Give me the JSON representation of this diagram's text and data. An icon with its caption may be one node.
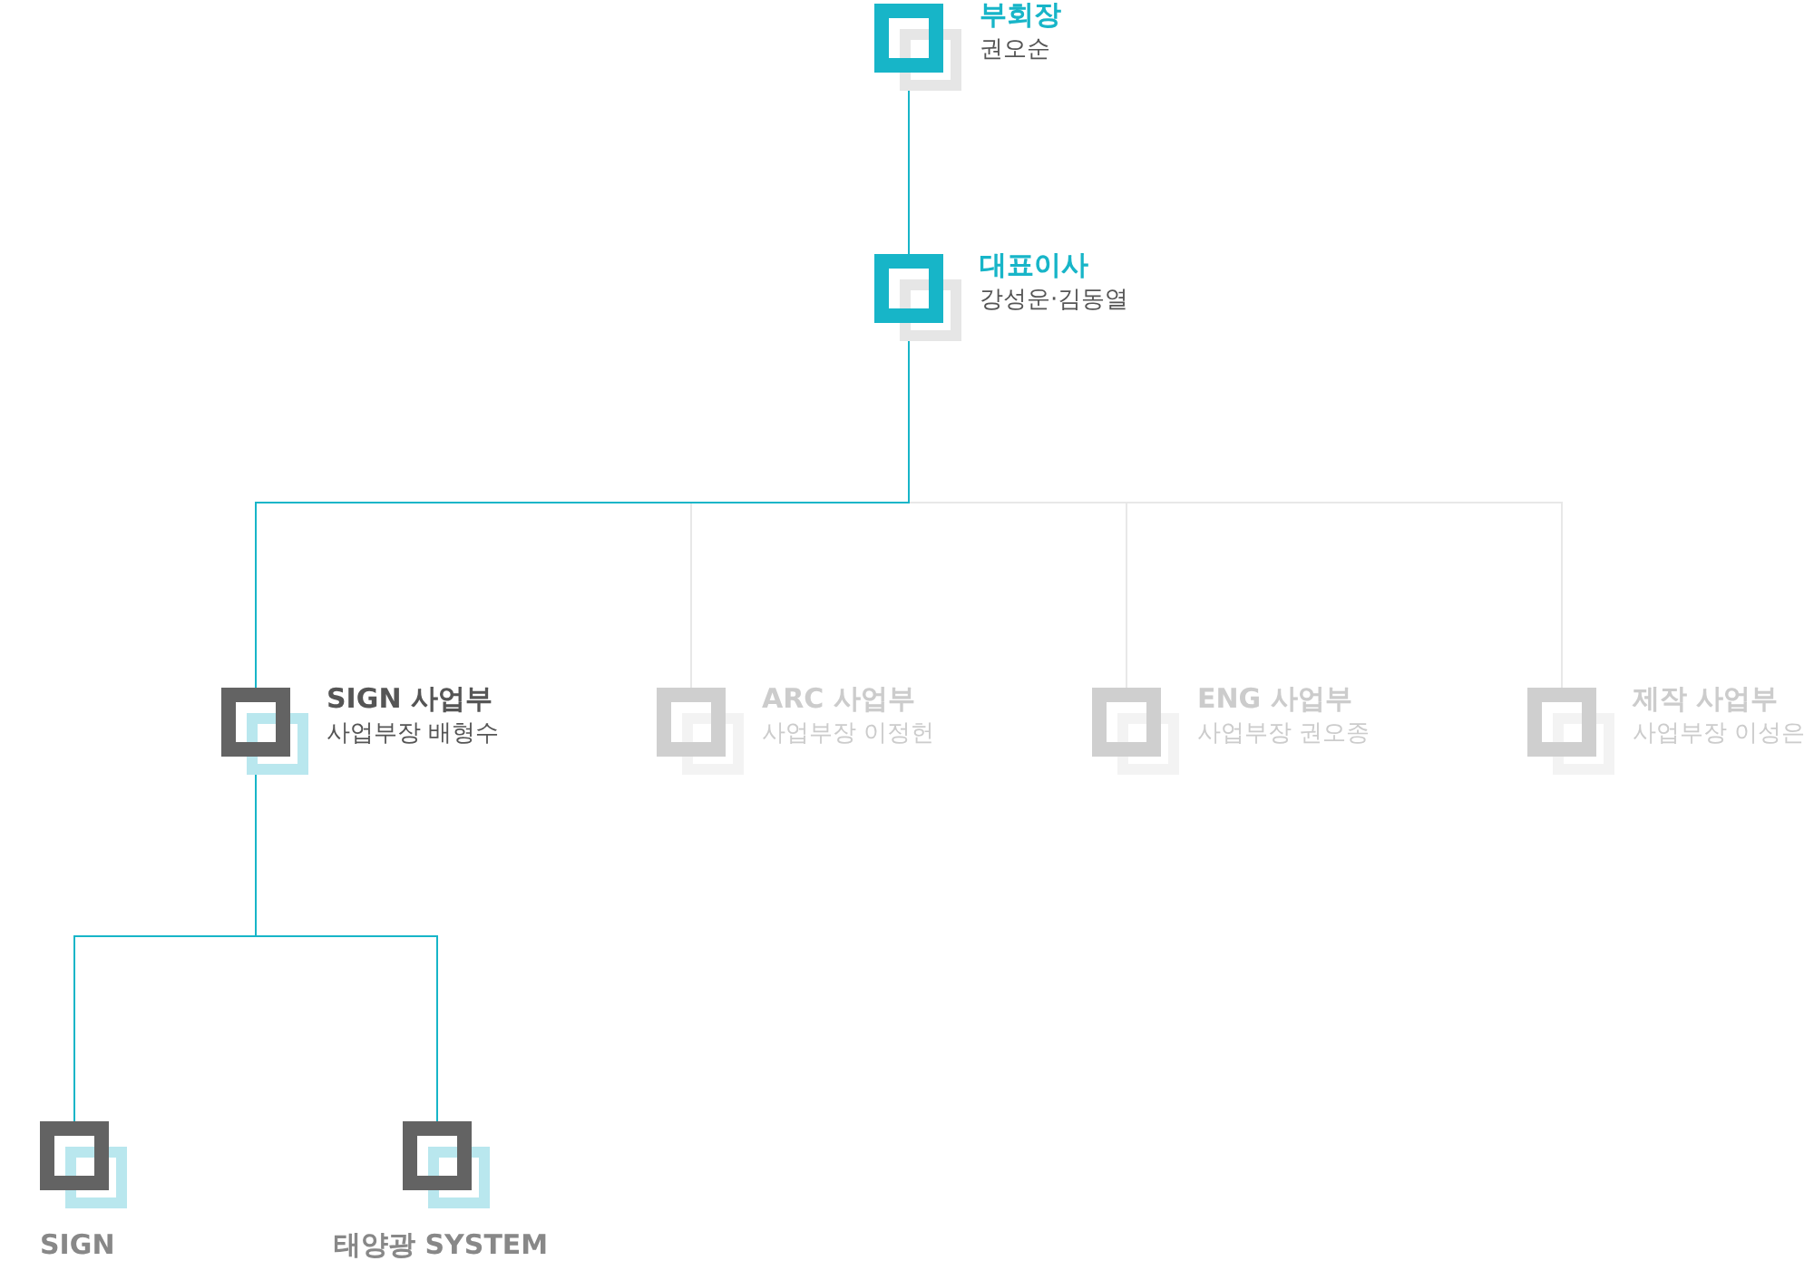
{
  "diagram": {
    "nodes": [
      {
        "text": [
          "부회장",
          "권오순"
        ]
      },
      {
        "text": [
          "대표이사",
          "강성운·김동열"
        ]
      },
      {
        "text": [
          "SIGN 사업부",
          "사업부장 배형수"
        ]
      },
      {
        "text": [
          "ARC 사업부",
          "사업부장 이정헌"
        ]
      },
      {
        "text": [
          "ENG 사업부",
          "사업부장 권오종"
        ]
      },
      {
        "text": [
          "제작 사업부",
          "사업부장 이성은"
        ]
      },
      {
        "text": [
          "SIGN"
        ]
      },
      {
        "text": [
          "태양광 SYSTEM"
        ]
      }
    ],
    "edges": [
      {
        "from": 0,
        "to": 1,
        "arrow": "none"
      },
      {
        "from": 1,
        "to": 2,
        "arrow": "none"
      },
      {
        "from": 1,
        "to": 3,
        "arrow": "none",
        "color": "#e8e8e8"
      },
      {
        "from": 1,
        "to": 4,
        "arrow": "none",
        "color": "#e8e8e8"
      },
      {
        "from": 1,
        "to": 5,
        "arrow": "none",
        "color": "#e8e8e8"
      },
      {
        "from": 2,
        "to": 6,
        "arrow": "none"
      },
      {
        "from": 2,
        "to": 7,
        "arrow": "none"
      }
    ]
  }
}
